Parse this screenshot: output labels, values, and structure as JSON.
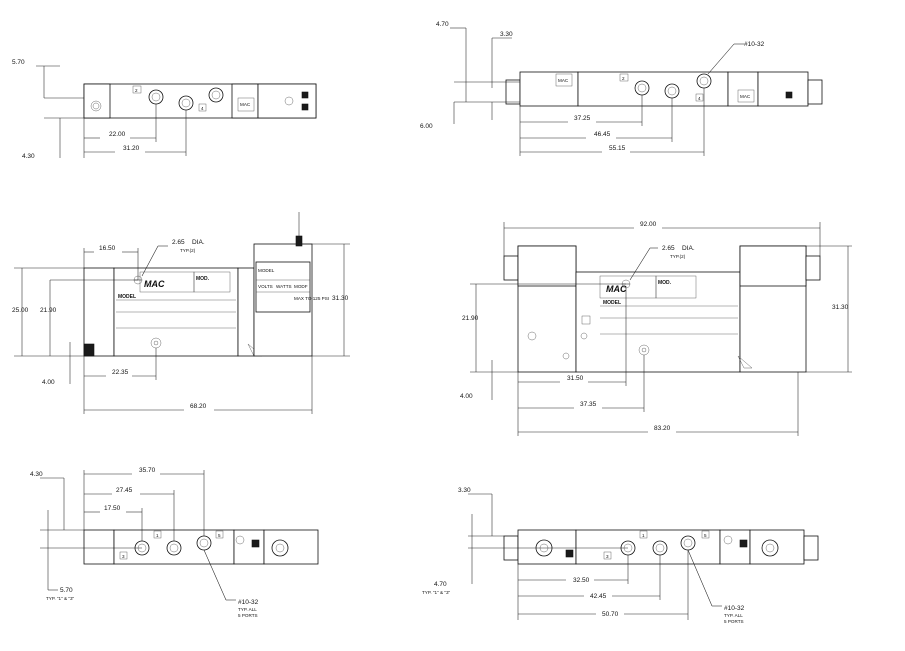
{
  "brand": "MAC",
  "labels": {
    "model": "MODEL",
    "mod": "MOD.",
    "volts": "VOLTS",
    "watts": "WATTS",
    "modf": "MODF",
    "max": "MAX TO 125 PSI"
  },
  "dims": {
    "v1": {
      "a": "5.70",
      "b": "4.30",
      "c": "22.00",
      "d": "31.20"
    },
    "v2": {
      "a": "4.70",
      "b": "3.30",
      "c": "6.00",
      "d": "37.25",
      "e": "46.45",
      "f": "55.15",
      "g": "#10-32"
    },
    "v3": {
      "a": "16.50",
      "b": "2.65",
      "b2": "DIA.",
      "b3": "TYP.(2)",
      "c": "25.00",
      "d": "21.90",
      "e": "4.00",
      "f": "22.35",
      "g": "68.20",
      "h": "31.30"
    },
    "v4": {
      "a": "92.00",
      "b": "2.65",
      "b2": "DIA.",
      "b3": "TYP.(2)",
      "c": "21.90",
      "d": "4.00",
      "e": "31.50",
      "f": "37.35",
      "g": "83.20",
      "h": "31.30"
    },
    "v5": {
      "a": "35.70",
      "b": "27.45",
      "c": "17.50",
      "d": "4.30",
      "e": "5.70",
      "e2": "TYP. \"1\" & \"3\"",
      "f": "#10-32",
      "f2": "TYP. ALL",
      "f3": "5 PORTS"
    },
    "v6": {
      "a": "3.30",
      "b": "4.70",
      "b2": "TYP. \"1\" & \"3\"",
      "c": "32.50",
      "d": "42.45",
      "e": "50.70",
      "f": "#10-32",
      "f2": "TYP. ALL",
      "f3": "5 PORTS"
    }
  },
  "ports": {
    "p1": "1",
    "p2": "2",
    "p3": "3",
    "p4": "4",
    "p5": "5"
  }
}
